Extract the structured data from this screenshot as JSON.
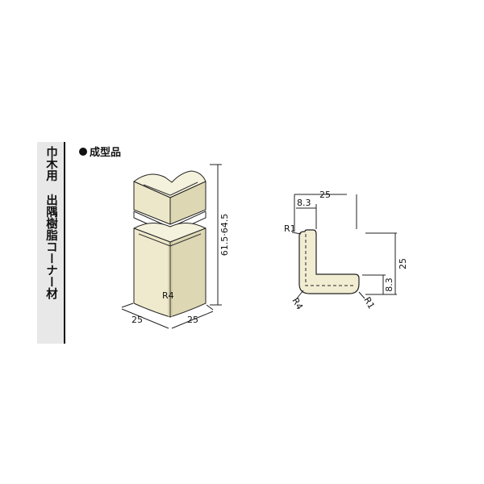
{
  "side_label": "巾木用 出隅樹脂コーナー材",
  "heading": "成型品",
  "colors": {
    "body_fill": "#f1edd3",
    "body_shade": "#dcd6b1",
    "outline": "#222222",
    "tab": "#e8e8e8"
  },
  "drawing_3d": {
    "height_label": "61.5·64.5",
    "radius_label": "R4",
    "left_width": "25",
    "right_width": "25"
  },
  "section": {
    "top_width": "25",
    "flange_width": "8.3",
    "right_height": "25",
    "flange_height": "8.3",
    "r_inner_top": "R1",
    "r_outer": "R4",
    "r_inner_bottom": "R1"
  }
}
